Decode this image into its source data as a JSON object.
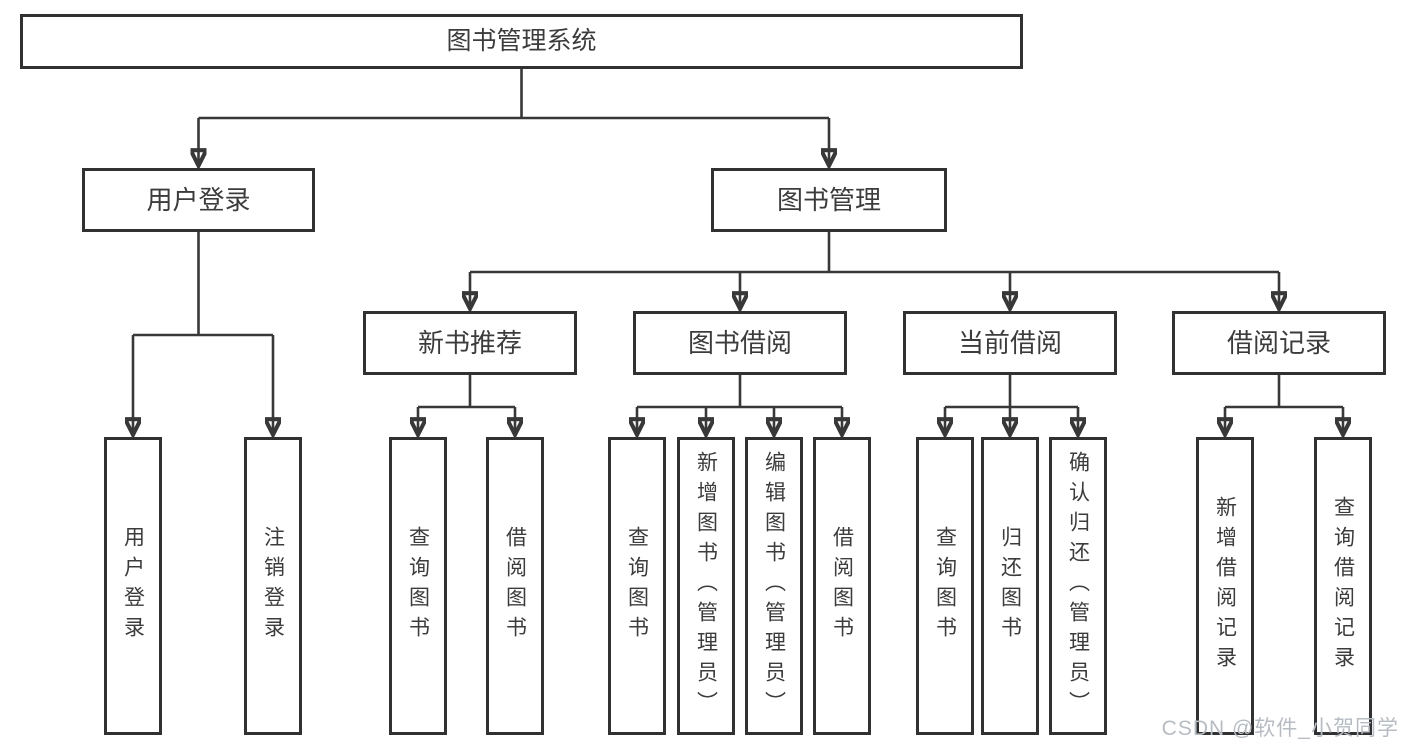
{
  "diagram": {
    "root": {
      "label": "图书管理系统"
    },
    "level2": [
      {
        "label": "用户登录"
      },
      {
        "label": "图书管理"
      }
    ],
    "level3": [
      {
        "label": "新书推荐"
      },
      {
        "label": "图书借阅"
      },
      {
        "label": "当前借阅"
      },
      {
        "label": "借阅记录"
      }
    ],
    "leaves": {
      "user_login": [
        {
          "label": "用户登录"
        },
        {
          "label": "注销登录"
        }
      ],
      "new_book": [
        {
          "label": "查询图书"
        },
        {
          "label": "借阅图书"
        }
      ],
      "book_borrow": [
        {
          "label": "查询图书"
        },
        {
          "label": "新增图书（管理员）"
        },
        {
          "label": "编辑图书（管理员）"
        },
        {
          "label": "借阅图书"
        }
      ],
      "current_borrow": [
        {
          "label": "查询图书"
        },
        {
          "label": "归还图书"
        },
        {
          "label": "确认归还（管理员）"
        }
      ],
      "borrow_records": [
        {
          "label": "新增借阅记录"
        },
        {
          "label": "查询借阅记录"
        }
      ]
    },
    "watermark": "CSDN @软件_小贺同学",
    "colors": {
      "line": "#383838",
      "border": "#313131",
      "text": "#3c3c3c",
      "background": "#ffffff",
      "watermark": "#b7bcc3"
    }
  }
}
